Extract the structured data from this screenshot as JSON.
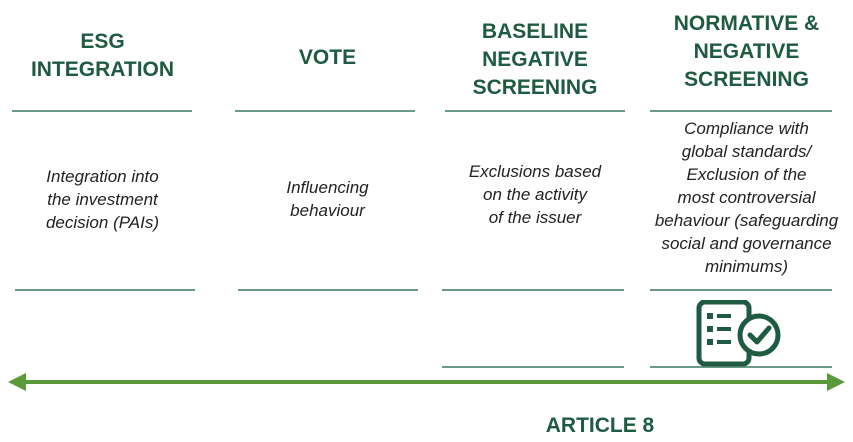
{
  "columns": [
    {
      "title_lines": [
        "ESG",
        "INTEGRATION"
      ],
      "desc_lines": [
        "Integration into",
        "the investment",
        "decision (PAIs)"
      ]
    },
    {
      "title_lines": [
        "VOTE"
      ],
      "desc_lines": [
        "Influencing",
        "behaviour"
      ]
    },
    {
      "title_lines": [
        "BASELINE",
        "NEGATIVE",
        "SCREENING"
      ],
      "desc_lines": [
        "Exclusions based",
        "on the activity",
        "of the issuer"
      ]
    },
    {
      "title_lines": [
        "NORMATIVE &",
        "NEGATIVE",
        "SCREENING"
      ],
      "desc_lines": [
        "Compliance with",
        "global standards/",
        "Exclusion of the",
        "most controversial",
        "behaviour (safeguarding",
        "social and governance",
        "minimums)"
      ]
    }
  ],
  "footer": {
    "label": "ARTICLE 8"
  },
  "icon": {
    "name": "checklist-check-icon"
  },
  "colors": {
    "title": "#1f5a43",
    "arrow": "#5a9a3a",
    "rule": "#6b9a8c"
  }
}
